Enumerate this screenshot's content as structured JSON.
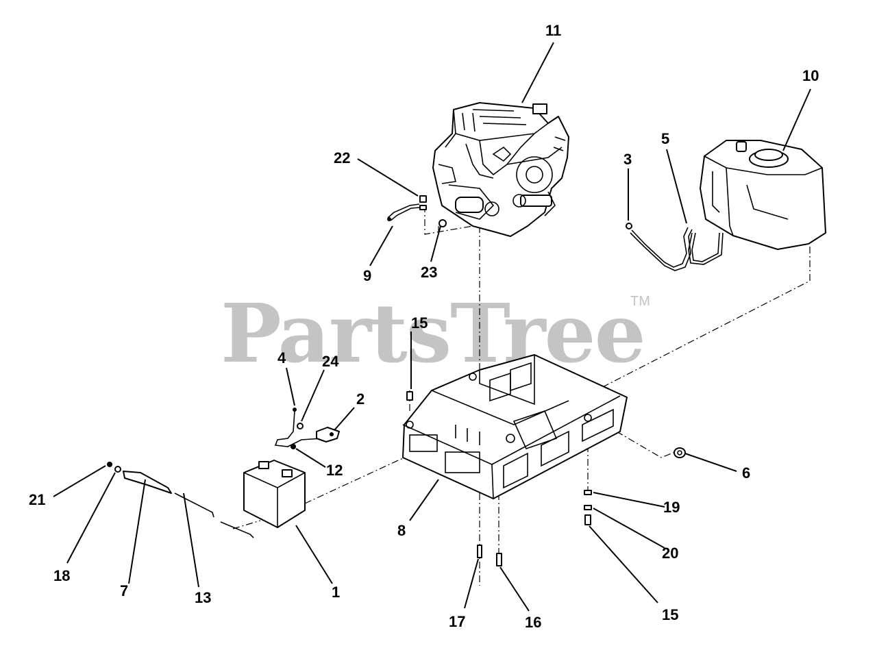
{
  "watermark": {
    "text": "PartsTree",
    "trademark": "TM"
  },
  "callouts": [
    {
      "id": "c11",
      "label": "11"
    },
    {
      "id": "c10",
      "label": "10"
    },
    {
      "id": "c22",
      "label": "22"
    },
    {
      "id": "c3",
      "label": "3"
    },
    {
      "id": "c5",
      "label": "5"
    },
    {
      "id": "c9",
      "label": "9"
    },
    {
      "id": "c23",
      "label": "23"
    },
    {
      "id": "c15a",
      "label": "15"
    },
    {
      "id": "c4",
      "label": "4"
    },
    {
      "id": "c24",
      "label": "24"
    },
    {
      "id": "c2",
      "label": "2"
    },
    {
      "id": "c12",
      "label": "12"
    },
    {
      "id": "c6",
      "label": "6"
    },
    {
      "id": "c21",
      "label": "21"
    },
    {
      "id": "c19",
      "label": "19"
    },
    {
      "id": "c8",
      "label": "8"
    },
    {
      "id": "c20",
      "label": "20"
    },
    {
      "id": "c18",
      "label": "18"
    },
    {
      "id": "c7",
      "label": "7"
    },
    {
      "id": "c13",
      "label": "13"
    },
    {
      "id": "c1",
      "label": "1"
    },
    {
      "id": "c15b",
      "label": "15"
    },
    {
      "id": "c17",
      "label": "17"
    },
    {
      "id": "c16",
      "label": "16"
    }
  ]
}
